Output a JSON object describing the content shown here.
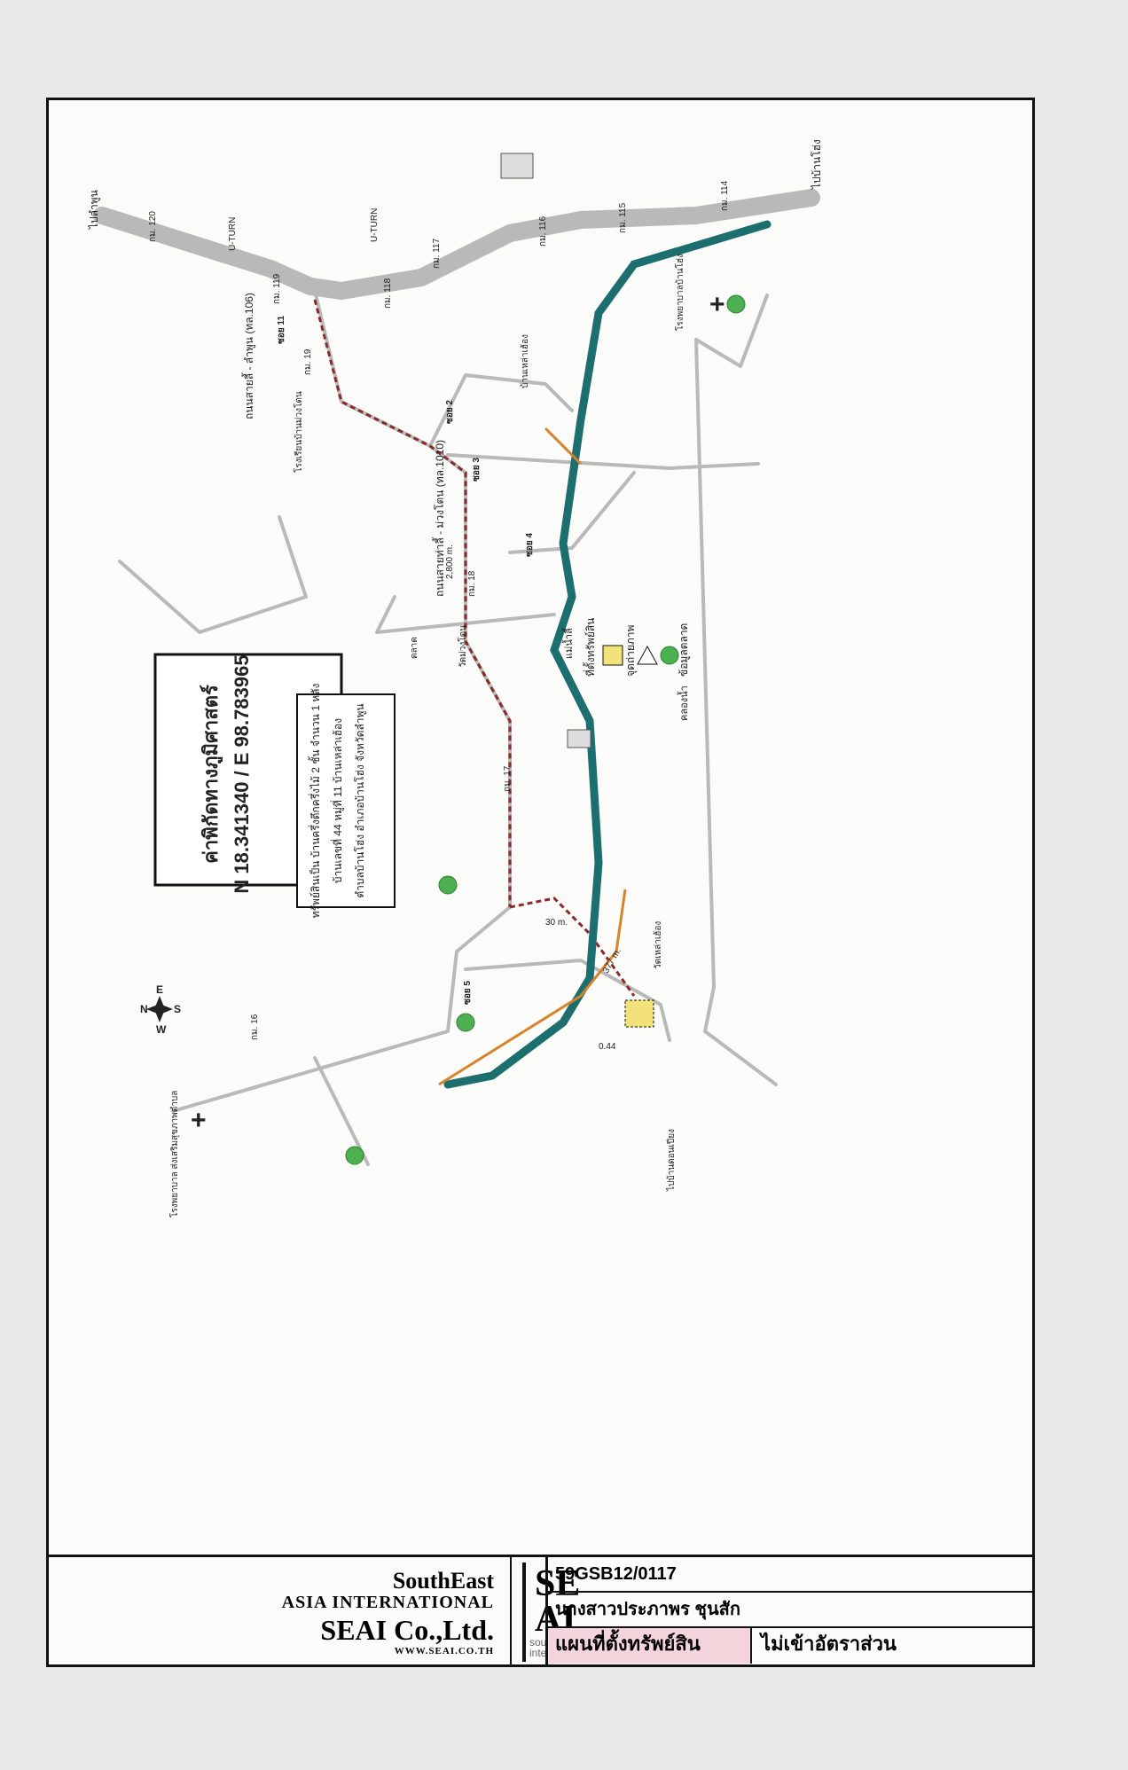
{
  "map": {
    "coord_title": "ค่าพิกัดทางภูมิศาสตร์",
    "coord_value": "N 18.341340 / E 98.783965",
    "property_note_1": "ทรัพย์สินเป็น บ้านครึ่งตึกครึ่งไม้ 2 ชั้น จำนวน 1 หลัง",
    "property_note_2": "บ้านเลขที่ 44 หมู่ที่ 11 บ้านเหล่าเฮ้อง",
    "property_note_3": "ตำบลบ้านโฮ่ง อำเภอบ้านโฮ่ง จังหวัดลำพูน",
    "compass": {
      "n": "N",
      "s": "S",
      "e": "E",
      "w": "W"
    },
    "legend": {
      "property": "ที่ตั้งทรัพย์สิน",
      "photo_point": "จุดถ่ายภาพ",
      "extra_info": "ข้อมูลตลาด"
    },
    "labels": {
      "to_li": "ไปลำพูน",
      "to_baan_hong": "ไปบ้านโฮ่ง",
      "road_li_baan_hong": "ถนนสายลี้ - ลำพูน (ทล.106)",
      "road_li_muang": "ถนนสายท่าลี้ - ม่วงโตน (ทล.1010)",
      "km_120": "กม. 120",
      "km_119": "กม. 119",
      "km_118": "กม. 118",
      "km_117": "กม. 117",
      "km_116": "กม. 116",
      "km_115": "กม. 115",
      "km_114": "กม. 114",
      "km_19": "กม. 19",
      "km_18": "กม. 18",
      "km_17": "กม. 17",
      "km_16": "กม. 16",
      "u_turn": "U-TURN",
      "soi_11": "ซอย 11",
      "soi_2": "ซอย 2",
      "soi_3": "ซอย 3",
      "soi_4": "ซอย 4",
      "soi_5": "ซอย 5",
      "river": "แม่น้ำลี้",
      "canal": "คลองน้ำ",
      "dist_2800": "2,800 m.",
      "dist_30": "30 m.",
      "dist_377": "377 m.",
      "area_044": "0.44",
      "school_1": "โรงเรียนบ้านม่วงโตน",
      "hospital_1": "โรงพยาบาลบ้านโฮ่ง",
      "temple_1": "วัดม่วงโตน",
      "village_1": "บ้านเหล่าเฮ้อง",
      "temple_2": "วัดเหล่าเฮ้อง",
      "market": "ตลาด",
      "to_ban_pan": "ไปบ้านดอนเปียง",
      "health_station": "โรงพยาบาล ส่งเสริมสุขภาพตำบล"
    }
  },
  "footer": {
    "company_line1": "SouthEast",
    "company_line2": "ASIA INTERNATIONAL",
    "company_line3": "SEAI Co.,Ltd.",
    "company_web": "WWW.SEAI.CO.TH",
    "logo_top": "SE",
    "logo_bottom": "AI",
    "logo_sub": "southeast asia international",
    "job_no": "59GSB12/0117",
    "owner": "นางสาวประภาพร ชุนสัก",
    "doc_type": "แผนที่ตั้งทรัพย์สิน",
    "note": "ไม่เข้าอัตราส่วน"
  }
}
